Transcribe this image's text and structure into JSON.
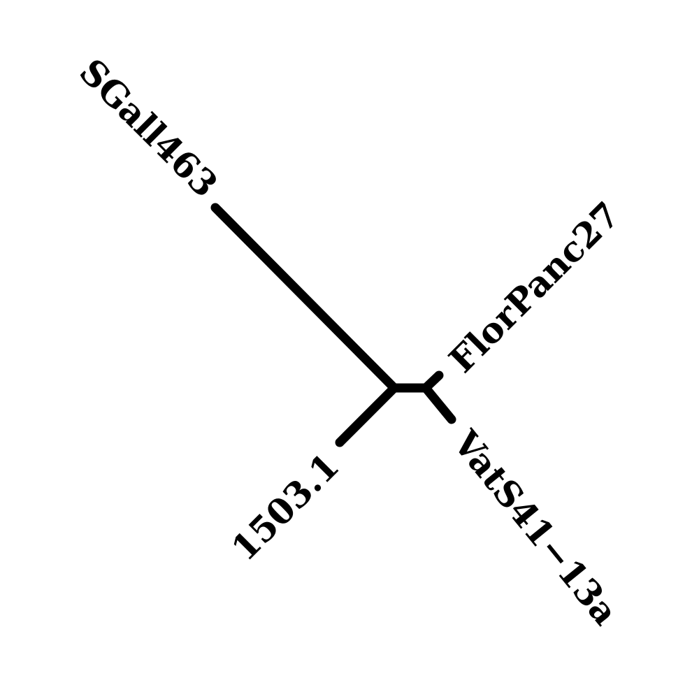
{
  "tree": {
    "type": "unrooted-phylogenetic-tree",
    "line_color": "#000000",
    "background": "#ffffff",
    "tips": [
      {
        "id": "sgall",
        "label": "SGall463"
      },
      {
        "id": "florpanc",
        "label": "FlorPanc27"
      },
      {
        "id": "vats",
        "label": "VatS41−13a"
      },
      {
        "id": "p1503",
        "label": "1503.1"
      }
    ]
  }
}
